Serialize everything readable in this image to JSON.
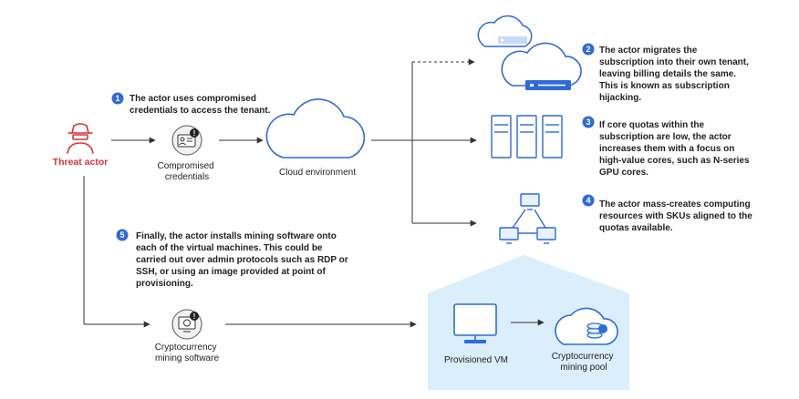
{
  "colors": {
    "threat": "#d13438",
    "accent": "#2b5bd7",
    "badge": "#2f6ad8",
    "line": "#333333",
    "panel": "#dbeefb",
    "icon_stroke": "#2f6ad8",
    "icon_fill_light": "#e8f1fd",
    "panel_icon_stroke": "#2b6ed6"
  },
  "nodes": {
    "threat_actor": {
      "label": "Threat actor",
      "icon": "hacker-icon"
    },
    "compromised_credentials": {
      "label_lines": [
        "Compromised",
        "credentials"
      ],
      "icon": "id-card-alert-icon"
    },
    "cloud_environment": {
      "label": "Cloud environment",
      "icon": "cloud-icon"
    },
    "subscription_clouds": {
      "icon": "cloud-server-icon"
    },
    "server_racks": {
      "icon": "server-rack-icon"
    },
    "network": {
      "icon": "network-icon"
    },
    "mining_software": {
      "label_lines": [
        "Cryptocurrency",
        "mining software"
      ],
      "icon": "mining-software-alert-icon"
    },
    "provisioned_vm": {
      "label": "Provisioned VM",
      "icon": "monitor-icon"
    },
    "mining_pool": {
      "label_lines": [
        "Cryptocurrency",
        "mining pool"
      ],
      "icon": "cloud-coins-icon"
    }
  },
  "steps": [
    {
      "number": "1",
      "lines": [
        "The actor uses compromised",
        "credentials to access the tenant."
      ]
    },
    {
      "number": "2",
      "lines": [
        "The actor migrates the",
        "subscription into their own tenant,",
        "leaving billing details the same.",
        "This is known as subscription",
        "hijacking."
      ]
    },
    {
      "number": "3",
      "lines": [
        "If core quotas within the",
        "subscription are low, the actor",
        "increases them with a focus on",
        "high-value cores, such as N-series",
        "GPU cores."
      ]
    },
    {
      "number": "4",
      "lines": [
        "The actor mass-creates computing",
        "resources with SKUs aligned to the",
        "quotas available."
      ]
    },
    {
      "number": "5",
      "lines": [
        "Finally, the actor installs mining software onto",
        "each of the virtual machines. This could be",
        "carried out over admin protocols such as RDP or",
        "SSH, or using an image provided at point of",
        "provisioning."
      ]
    }
  ]
}
